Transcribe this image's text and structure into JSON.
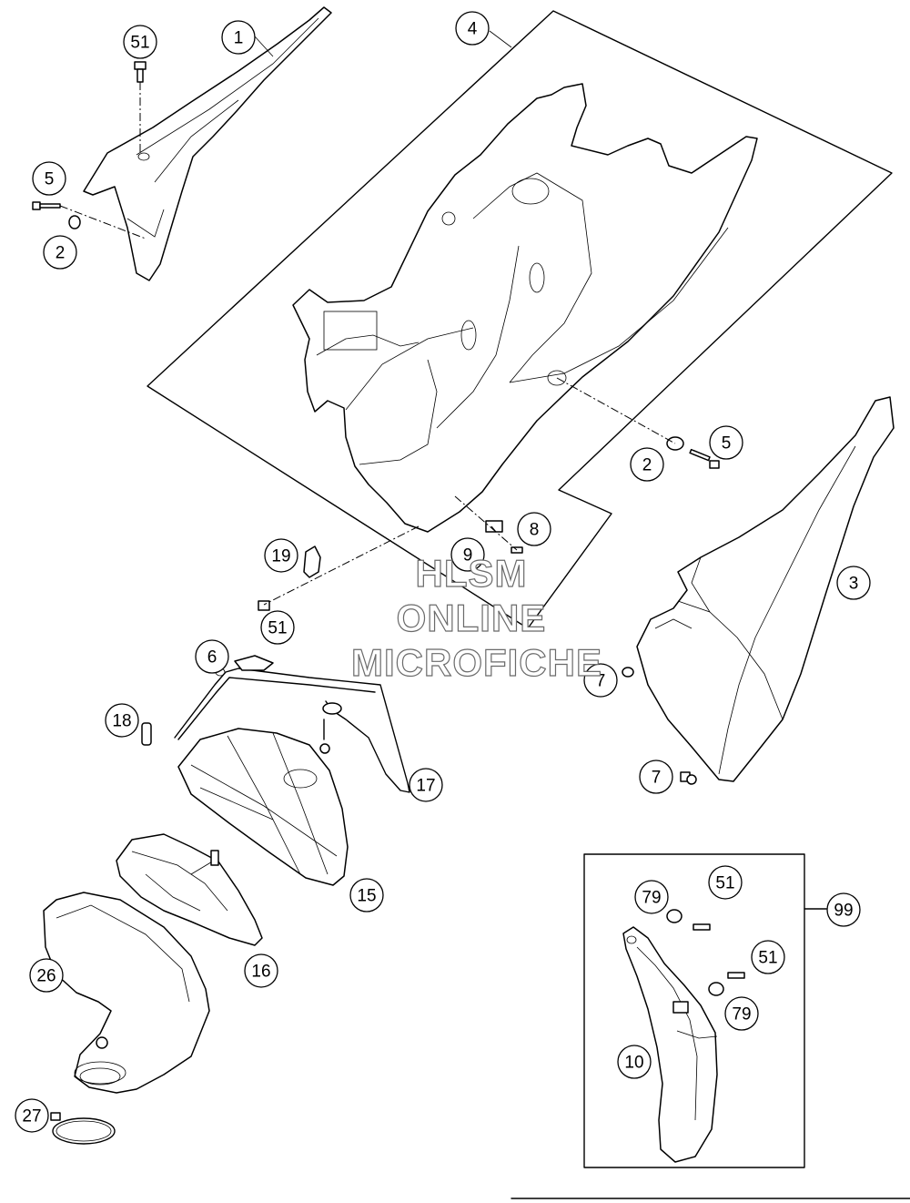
{
  "diagram": {
    "callouts": [
      {
        "id": "c-1",
        "label": "1"
      },
      {
        "id": "c-51a",
        "label": "51"
      },
      {
        "id": "c-5a",
        "label": "5"
      },
      {
        "id": "c-2a",
        "label": "2"
      },
      {
        "id": "c-4",
        "label": "4"
      },
      {
        "id": "c-2b",
        "label": "2"
      },
      {
        "id": "c-5b",
        "label": "5"
      },
      {
        "id": "c-8",
        "label": "8"
      },
      {
        "id": "c-9",
        "label": "9"
      },
      {
        "id": "c-19",
        "label": "19"
      },
      {
        "id": "c-51b",
        "label": "51"
      },
      {
        "id": "c-3",
        "label": "3"
      },
      {
        "id": "c-6",
        "label": "6"
      },
      {
        "id": "c-7a",
        "label": "7"
      },
      {
        "id": "c-18",
        "label": "18"
      },
      {
        "id": "c-7b",
        "label": "7"
      },
      {
        "id": "c-17",
        "label": "17"
      },
      {
        "id": "c-15",
        "label": "15"
      },
      {
        "id": "c-16",
        "label": "16"
      },
      {
        "id": "c-26",
        "label": "26"
      },
      {
        "id": "c-27",
        "label": "27"
      },
      {
        "id": "c-79a",
        "label": "79"
      },
      {
        "id": "c-51c",
        "label": "51"
      },
      {
        "id": "c-99",
        "label": "99"
      },
      {
        "id": "c-51d",
        "label": "51"
      },
      {
        "id": "c-79b",
        "label": "79"
      },
      {
        "id": "c-10",
        "label": "10"
      }
    ],
    "watermark": [
      "HLSM",
      "ONLINE",
      "MICROFICHE"
    ]
  }
}
